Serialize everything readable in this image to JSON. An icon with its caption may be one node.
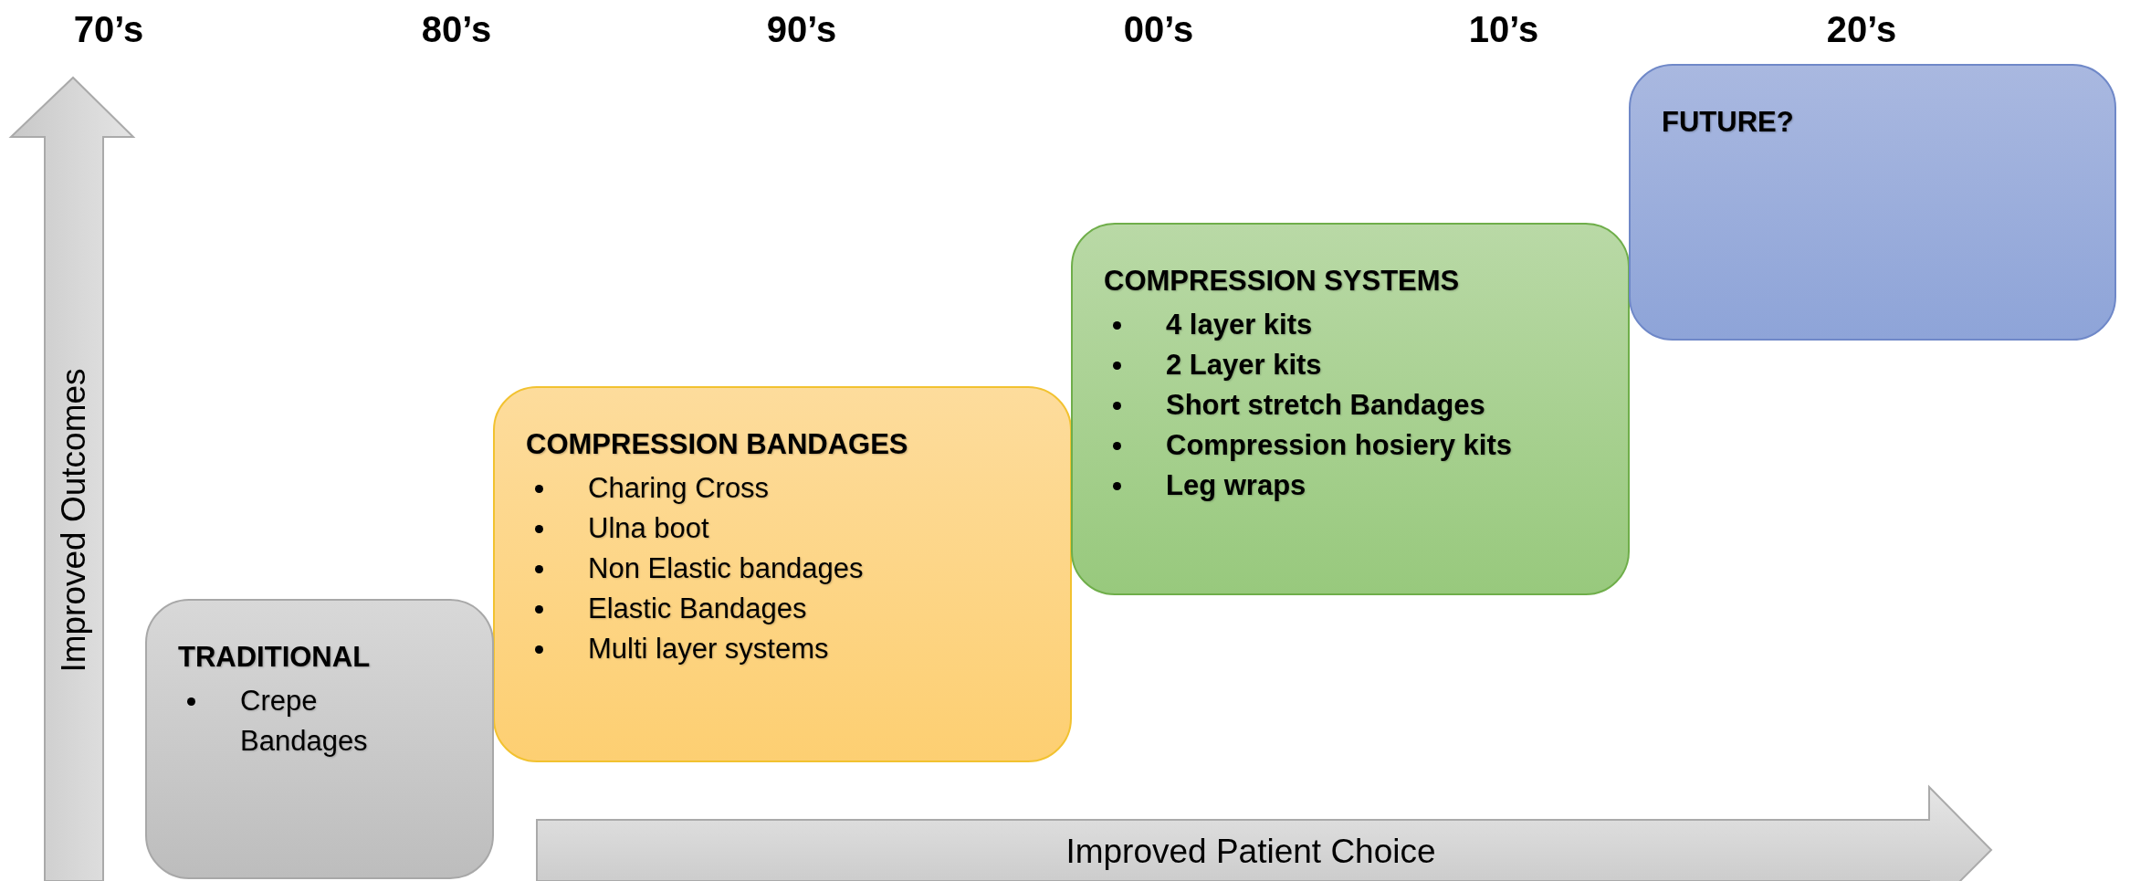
{
  "diagram": {
    "nodes": [
      {
        "text": [
          "TRADITIONAL",
          "Crepe Bandages"
        ]
      },
      {
        "text": [
          "COMPRESSION BANDAGES",
          "Charing Cross",
          "Ulna boot",
          "Non Elastic bandages",
          "Elastic Bandages",
          "Multi layer systems"
        ]
      },
      {
        "text": [
          "COMPRESSION SYSTEMS",
          "4 layer kits",
          "2 Layer kits",
          "Short stretch Bandages",
          "Compression hosiery kits",
          "Leg wraps"
        ]
      },
      {
        "text": [
          "FUTURE?"
        ]
      }
    ],
    "edges": [],
    "labels": [
      "70’s",
      "80’s",
      "90’s",
      "00’s",
      "10’s",
      "20’s",
      "Improved Outcomes",
      "Improved Patient Choice"
    ]
  }
}
